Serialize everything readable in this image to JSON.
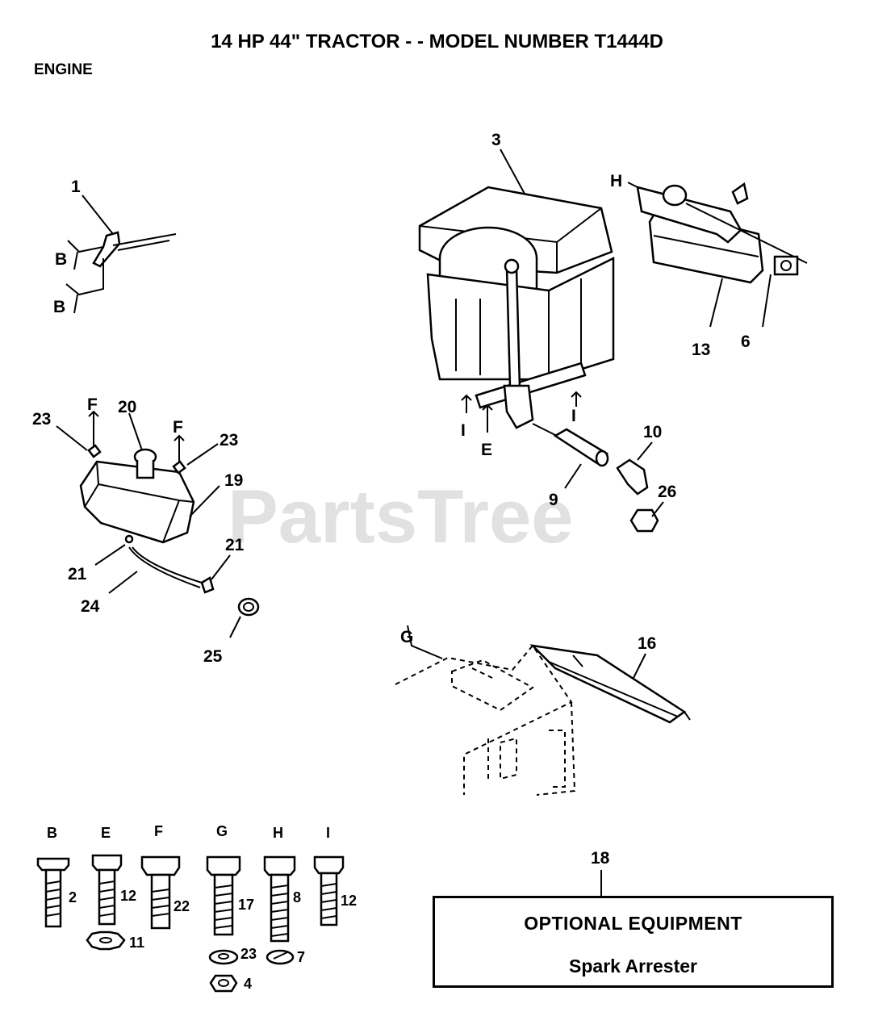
{
  "header": {
    "title": "14 HP 44\" TRACTOR - - MODEL NUMBER T1444D",
    "section": "ENGINE"
  },
  "watermark": "PartsTree",
  "callouts": {
    "c1": "1",
    "c3": "3",
    "c6": "6",
    "c9": "9",
    "c10": "10",
    "c13": "13",
    "c16": "16",
    "c18": "18",
    "c19": "19",
    "c20": "20",
    "c21a": "21",
    "c21b": "21",
    "c23a": "23",
    "c23b": "23",
    "c24": "24",
    "c25": "25",
    "c26": "26",
    "refB1": "B",
    "refB2": "B",
    "refF1": "F",
    "refF2": "F",
    "refE": "E",
    "refI1": "I",
    "refI2": "I",
    "refH": "H",
    "refG": "G"
  },
  "hardware": [
    {
      "letter": "B",
      "bolt": "2"
    },
    {
      "letter": "E",
      "bolt": "12",
      "washer": "11"
    },
    {
      "letter": "F",
      "bolt": "22"
    },
    {
      "letter": "G",
      "bolt": "17",
      "washer": "23",
      "nut": "4"
    },
    {
      "letter": "H",
      "bolt": "8",
      "washer": "7"
    },
    {
      "letter": "I",
      "bolt": "12"
    }
  ],
  "optional": {
    "heading": "OPTIONAL EQUIPMENT",
    "item": "Spark Arrester"
  }
}
